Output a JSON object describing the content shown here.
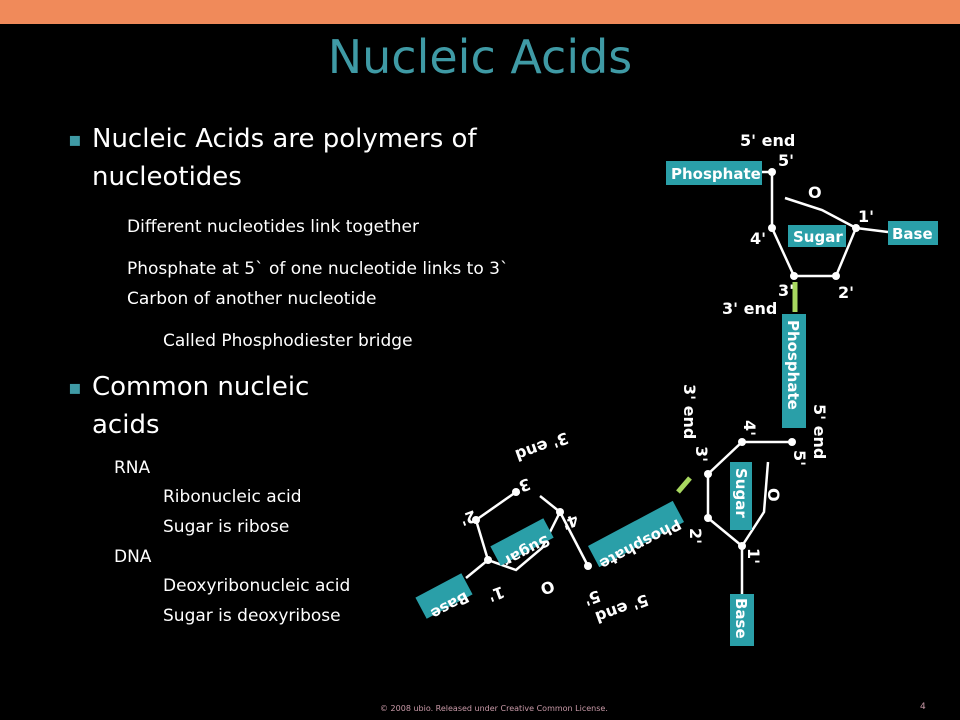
{
  "title": "Nucleic Acids",
  "bullet1": {
    "line1": "Nucleic Acids are polymers of",
    "line2": "nucleotides",
    "sub1": "Different nucleotides link together",
    "sub2_line1": "Phosphate at 5` of one nucleotide links to 3`",
    "sub2_line2": "Carbon of another nucleotide",
    "sub3": "Called Phosphodiester bridge"
  },
  "bullet2": {
    "line1": "Common nucleic",
    "line2": "acids",
    "rna": "RNA",
    "rna_name": "Ribonucleic acid",
    "rna_sugar": "Sugar is ribose",
    "dna": "DNA",
    "dna_name": "Deoxyribonucleic acid",
    "dna_sugar": "Sugar is deoxyribose"
  },
  "diagram": {
    "top": {
      "five_end": "5' end",
      "five": "5'",
      "phosphate": "Phosphate",
      "o": "O",
      "one": "1'",
      "four": "4'",
      "sugar": "Sugar",
      "base": "Base",
      "three": "3'",
      "two": "2'",
      "three_end": "3' end"
    },
    "link_phosphate": "Phosphate",
    "mid": {
      "three_end": "3' end",
      "four": "4'",
      "three": "3'",
      "five_end": "5' end",
      "five": "5'",
      "sugar": "Sugar",
      "o": "O",
      "two": "2'",
      "one": "1'",
      "base": "Base"
    },
    "diag_phosphate": "Phosphate",
    "left": {
      "three_end": "3' end",
      "three": "3'",
      "two": "2'",
      "four": "4'",
      "sugar": "Sugar",
      "one": "1'",
      "o": "O",
      "five": "5'",
      "five_end": "5' end",
      "base": "Base"
    },
    "colors": {
      "box": "#2a9fa8",
      "link": "#a8d860",
      "line": "#ffffff"
    }
  },
  "footer": "© 2008 ubio. Released under Creative Common License.",
  "page_number": "4"
}
